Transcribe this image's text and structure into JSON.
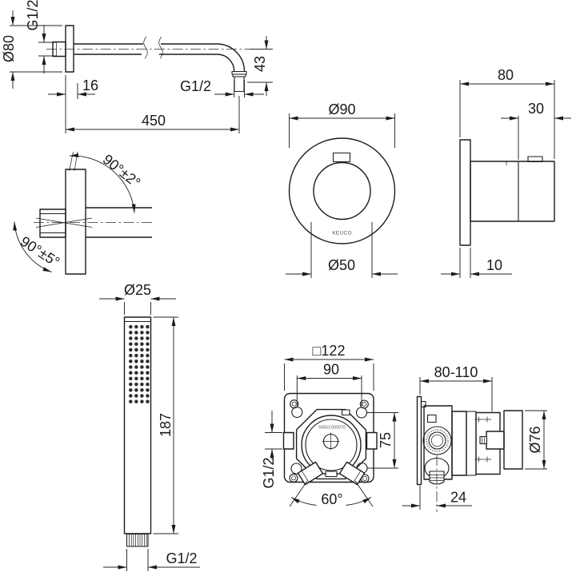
{
  "drawing": {
    "brand_mark": "KEUCO",
    "part_number": "59553 000070",
    "colors": {
      "line": "#1c1c1c",
      "background": "#ffffff",
      "spray_dots": "#2b2b2b"
    },
    "views": {
      "shower_arm": {
        "flange_dia": "Ø80",
        "wall_thread": "G1/2",
        "flange_offset": "16",
        "arm_length": "450",
        "outlet_thread": "G1/2",
        "outlet_drop": "43"
      },
      "trim_front": {
        "outer_dia": "Ø90",
        "knob_dia": "Ø50"
      },
      "trim_side": {
        "total_depth": "80",
        "knob_depth": "30",
        "plate_depth": "10"
      },
      "arm_angle": {
        "upper_tol": "90°±2°",
        "lower_tol": "90°±5°"
      },
      "hand_shower": {
        "dia": "Ø25",
        "length": "187",
        "thread": "G1/2"
      },
      "valve_front": {
        "plate_size": "□122",
        "hole_spacing": "90",
        "port_height": "75",
        "port_thread": "G1/2",
        "port_angle": "60°"
      },
      "valve_side": {
        "install_depth": "80-110",
        "body_dia": "Ø76",
        "port_offset": "24"
      }
    }
  }
}
